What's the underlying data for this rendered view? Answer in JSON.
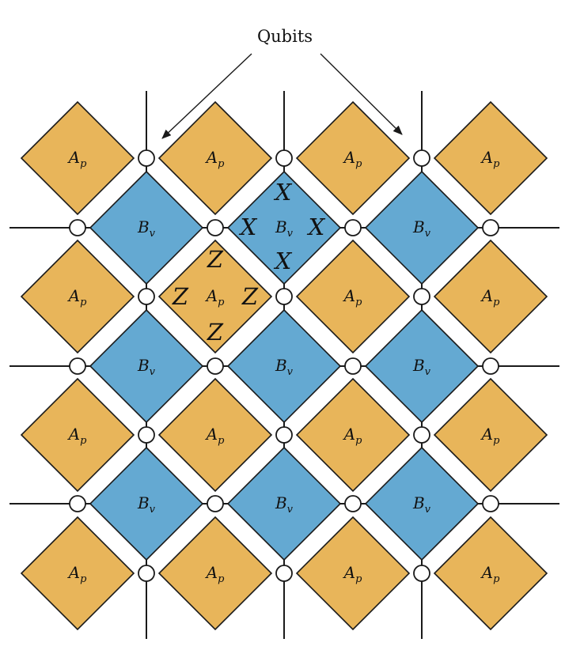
{
  "top_label": "Qubits",
  "plaquette_label": {
    "base": "A",
    "sub": "p"
  },
  "vertex_label": {
    "base": "B",
    "sub": "v"
  },
  "x_operator": "X",
  "z_operator": "Z",
  "colors": {
    "plaquette": "#E8B55A",
    "vertex": "#64A9D2",
    "stroke": "#1a1a1a",
    "qubit_fill": "#ffffff"
  }
}
